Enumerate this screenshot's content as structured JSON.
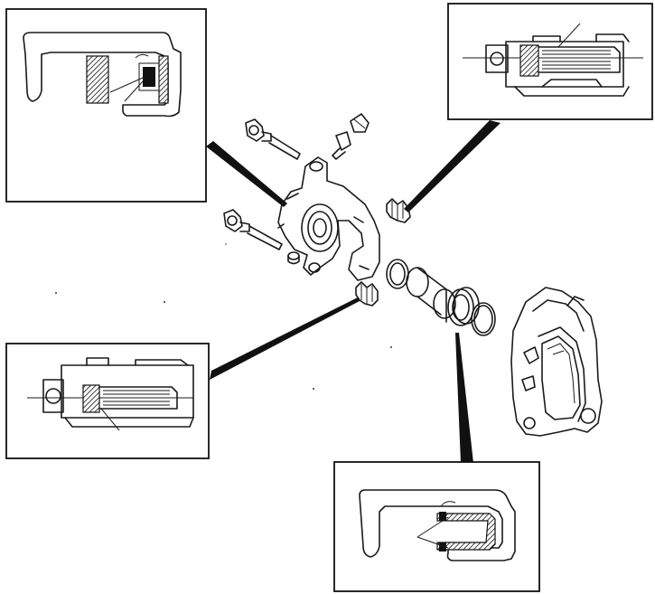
{
  "diagram": {
    "type": "exploded-assembly",
    "callouts": [
      {
        "id": "caliper-bolt-boot-detail",
        "position": "top-left"
      },
      {
        "id": "guide-pin-boot-detail",
        "position": "top-right"
      },
      {
        "id": "lower-boot-detail",
        "position": "middle-left"
      },
      {
        "id": "piston-seal-detail",
        "position": "bottom-right"
      }
    ],
    "parts": [
      "upper-guide-bolt",
      "lower-guide-bolt",
      "bleeder-screw",
      "bleeder-cap",
      "caliper-body",
      "upper-guide-boot",
      "lower-guide-boot",
      "bushing",
      "piston",
      "piston-seal",
      "dust-boot",
      "retaining-ring",
      "caliper-bracket-with-pads"
    ]
  }
}
